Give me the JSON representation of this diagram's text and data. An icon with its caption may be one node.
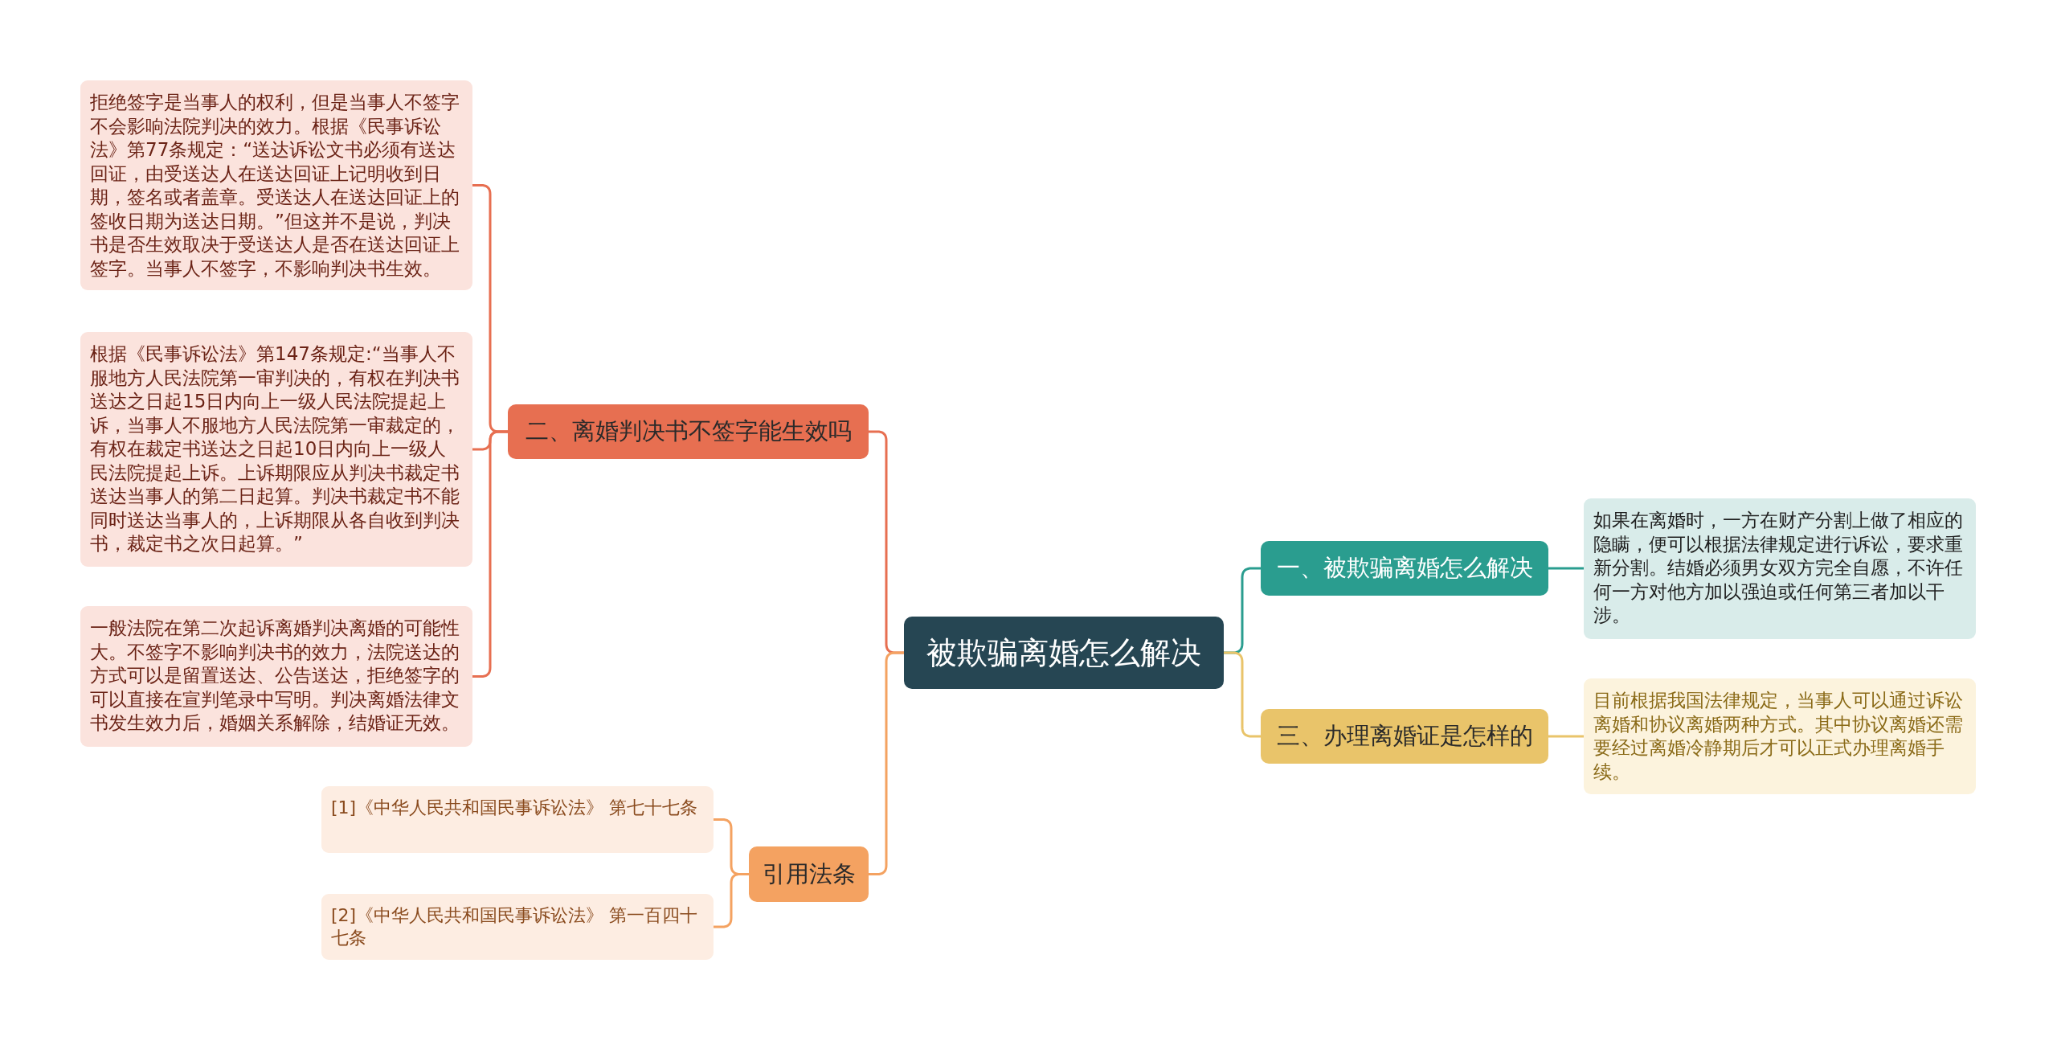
{
  "diagram": {
    "nodes": [
      {
        "text": [
          "被欺骗离婚怎么解决"
        ]
      },
      {
        "text": [
          "一、被欺骗离婚怎么解决"
        ]
      },
      {
        "text": [
          "如果在离婚时，一方在财产分割上做了相应的隐瞒，便可以根据法律规定进行诉讼，要求重新分割。结婚必须男女双方完全自愿，不许任何一方对他方加以强迫或任何第三者加以干涉。"
        ]
      },
      {
        "text": [
          "二、离婚判决书不签字能生效吗"
        ]
      },
      {
        "text": [
          "拒绝签字是当事人的权利，但是当事人不签字不会影响法院判决的效力。根据《民事诉讼法》第77条规定：“送达诉讼文书必须有送达回证，由受送达人在送达回证上记明收到日期，签名或者盖章。受送达人在送达回证上的签收日期为送达日期。”但这并不是说，判决书是否生效取决于受送达人是否在送达回证上签字。当事人不签字，不影响判决书生效。"
        ]
      },
      {
        "text": [
          "根据《民事诉讼法》第147条规定:“当事人不服地方人民法院第一审判决的，有权在判决书送达之日起15日内向上一级人民法院提起上诉，当事人不服地方人民法院第一审裁定的，有权在裁定书送达之日起10日内向上一级人民法院提起上诉。上诉期限应从判决书裁定书送达当事人的第二日起算。判决书裁定书不能同时送达当事人的，上诉期限从各自收到判决书，裁定书之次日起算。”"
        ]
      },
      {
        "text": [
          "一般法院在第二次起诉离婚判决离婚的可能性大。不签字不影响判决书的效力，法院送达的方式可以是留置送达、公告送达，拒绝签字的可以直接在宣判笔录中写明。判决离婚法律文书发生效力后，婚姻关系解除，结婚证无效。"
        ]
      },
      {
        "text": [
          "三、办理离婚证是怎样的"
        ]
      },
      {
        "text": [
          "目前根据我国法律规定，当事人可以通过诉讼离婚和协议离婚两种方式。其中协议离婚还需要经过离婚冷静期后才可以正式办理离婚手续。"
        ]
      },
      {
        "text": [
          "引用法条"
        ]
      },
      {
        "text": [
          "[1]《中华人民共和国民事诉讼法》 第七十七条"
        ]
      },
      {
        "text": [
          "[2]《中华人民共和国民事诉讼法》 第一百四十七条"
        ]
      }
    ],
    "edges": [
      {
        "from": 0,
        "to": 1,
        "arrow": "none",
        "color": "#2a9d8f"
      },
      {
        "from": 1,
        "to": 2,
        "arrow": "none",
        "color": "#2a9d8f"
      },
      {
        "from": 0,
        "to": 3,
        "arrow": "none"
      },
      {
        "from": 3,
        "to": 4,
        "arrow": "none"
      },
      {
        "from": 3,
        "to": 5,
        "arrow": "none"
      },
      {
        "from": 3,
        "to": 6,
        "arrow": "none"
      },
      {
        "from": 0,
        "to": 7,
        "arrow": "none",
        "color": "#e9c46a"
      },
      {
        "from": 7,
        "to": 8,
        "arrow": "none",
        "color": "#e9c46a"
      },
      {
        "from": 0,
        "to": 9,
        "arrow": "none",
        "color": "#f4a261"
      },
      {
        "from": 9,
        "to": 10,
        "arrow": "none",
        "color": "#f4a261"
      },
      {
        "from": 9,
        "to": 11,
        "arrow": "none",
        "color": "#f4a261"
      }
    ]
  }
}
